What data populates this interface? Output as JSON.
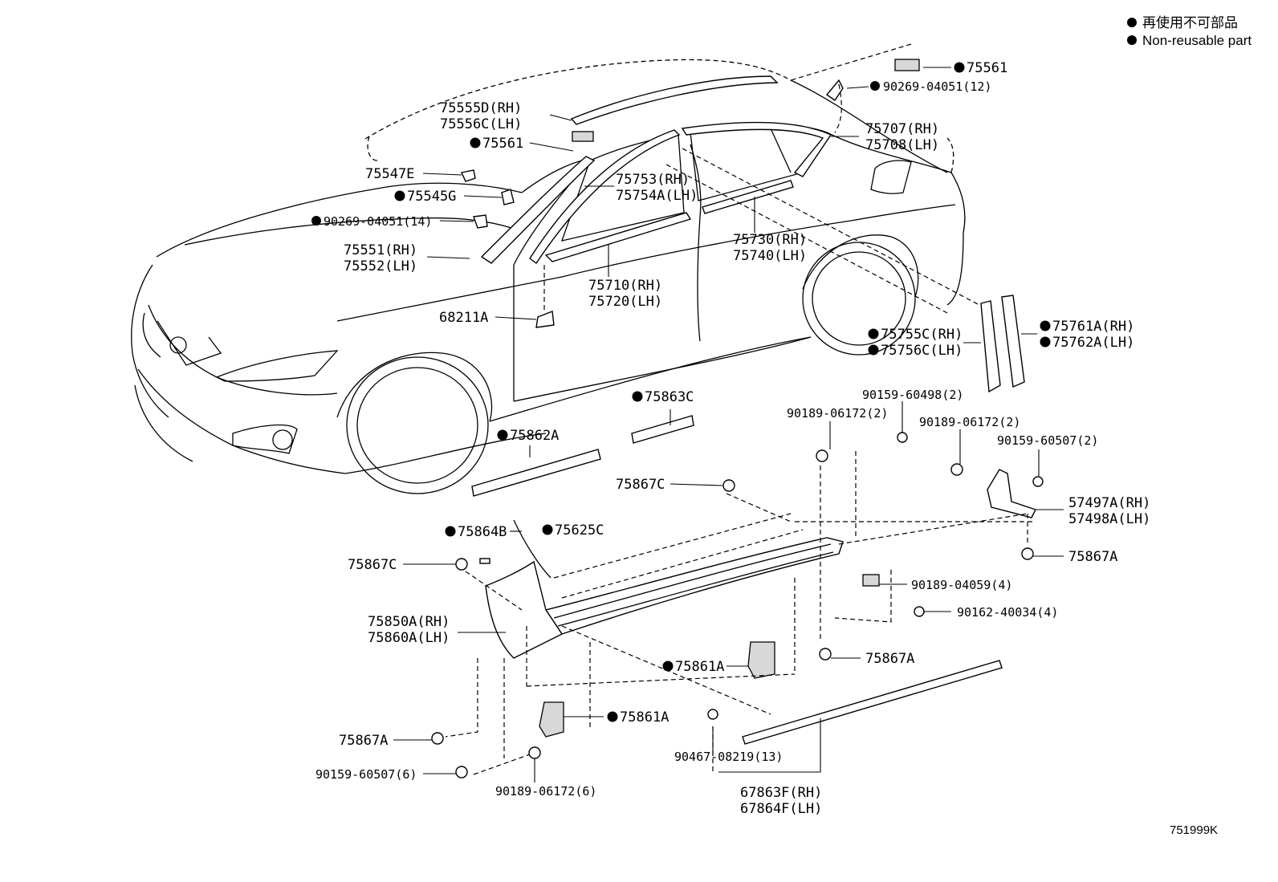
{
  "legend": {
    "line1": "再使用不可部品",
    "line2": "Non-reusable part"
  },
  "diagram_code": "751999K",
  "callouts": [
    {
      "id": "c1",
      "lines": [
        "75561"
      ],
      "nonreusable": true
    },
    {
      "id": "c2",
      "lines": [
        "90269-04051(12)"
      ],
      "nonreusable": true
    },
    {
      "id": "c3",
      "lines": [
        "75555D(RH)",
        "75556C(LH)"
      ],
      "nonreusable": false
    },
    {
      "id": "c4",
      "lines": [
        "75561"
      ],
      "nonreusable": true
    },
    {
      "id": "c5",
      "lines": [
        "75707(RH)",
        "75708(LH)"
      ],
      "nonreusable": false
    },
    {
      "id": "c6",
      "lines": [
        "75547E"
      ],
      "nonreusable": false
    },
    {
      "id": "c7",
      "lines": [
        "75753(RH)",
        "75754A(LH)"
      ],
      "nonreusable": false
    },
    {
      "id": "c8",
      "lines": [
        "75545G"
      ],
      "nonreusable": true
    },
    {
      "id": "c9",
      "lines": [
        "90269-04051(14)"
      ],
      "nonreusable": true
    },
    {
      "id": "c10",
      "lines": [
        "75730(RH)",
        "75740(LH)"
      ],
      "nonreusable": false
    },
    {
      "id": "c11",
      "lines": [
        "75551(RH)",
        "75552(LH)"
      ],
      "nonreusable": false
    },
    {
      "id": "c12",
      "lines": [
        "75710(RH)",
        "75720(LH)"
      ],
      "nonreusable": false
    },
    {
      "id": "c13",
      "lines": [
        "68211A"
      ],
      "nonreusable": false
    },
    {
      "id": "c14",
      "lines": [
        "75755C(RH)",
        "75756C(LH)"
      ],
      "nonreusable": true
    },
    {
      "id": "c15",
      "lines": [
        "75761A(RH)",
        "75762A(LH)"
      ],
      "nonreusable": true
    },
    {
      "id": "c16",
      "lines": [
        "75863C"
      ],
      "nonreusable": true
    },
    {
      "id": "c17",
      "lines": [
        "90159-60498(2)"
      ],
      "nonreusable": false
    },
    {
      "id": "c18",
      "lines": [
        "90189-06172(2)"
      ],
      "nonreusable": false
    },
    {
      "id": "c19",
      "lines": [
        "90189-06172(2)"
      ],
      "nonreusable": false
    },
    {
      "id": "c20",
      "lines": [
        "75862A"
      ],
      "nonreusable": true
    },
    {
      "id": "c21",
      "lines": [
        "90159-60507(2)"
      ],
      "nonreusable": false
    },
    {
      "id": "c22",
      "lines": [
        "75867C"
      ],
      "nonreusable": false
    },
    {
      "id": "c23",
      "lines": [
        "57497A(RH)",
        "57498A(LH)"
      ],
      "nonreusable": false
    },
    {
      "id": "c24",
      "lines": [
        "75864B"
      ],
      "nonreusable": true
    },
    {
      "id": "c25",
      "lines": [
        "75625C"
      ],
      "nonreusable": true
    },
    {
      "id": "c26",
      "lines": [
        "75867A"
      ],
      "nonreusable": false
    },
    {
      "id": "c27",
      "lines": [
        "75867C"
      ],
      "nonreusable": false
    },
    {
      "id": "c28",
      "lines": [
        "90189-04059(4)"
      ],
      "nonreusable": false
    },
    {
      "id": "c29",
      "lines": [
        "90162-40034(4)"
      ],
      "nonreusable": false
    },
    {
      "id": "c30",
      "lines": [
        "75850A(RH)",
        "75860A(LH)"
      ],
      "nonreusable": false
    },
    {
      "id": "c31",
      "lines": [
        "75867A"
      ],
      "nonreusable": false
    },
    {
      "id": "c32",
      "lines": [
        "75861A"
      ],
      "nonreusable": true
    },
    {
      "id": "c33",
      "lines": [
        "75861A"
      ],
      "nonreusable": true
    },
    {
      "id": "c34",
      "lines": [
        "75867A"
      ],
      "nonreusable": false
    },
    {
      "id": "c35",
      "lines": [
        "90467-08219(13)"
      ],
      "nonreusable": false
    },
    {
      "id": "c36",
      "lines": [
        "90159-60507(6)"
      ],
      "nonreusable": false
    },
    {
      "id": "c37",
      "lines": [
        "90189-06172(6)"
      ],
      "nonreusable": false
    },
    {
      "id": "c38",
      "lines": [
        "67863F(RH)",
        "67864F(LH)"
      ],
      "nonreusable": false
    }
  ]
}
